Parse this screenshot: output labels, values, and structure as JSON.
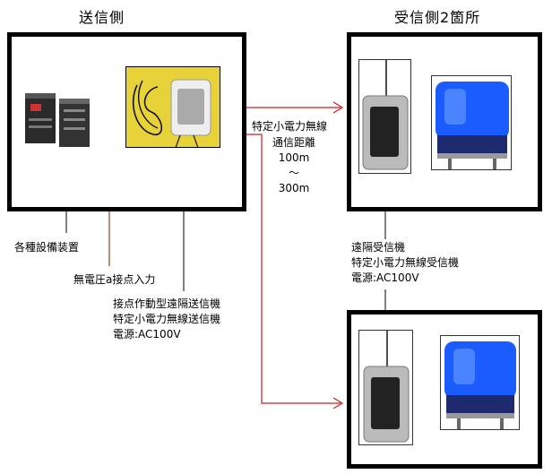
{
  "sender_title": "送信側",
  "receiver_title": "受信側2箇所",
  "radio_label": "特定小電力無線",
  "distance_label": "通信距離",
  "distance_min": "100m",
  "distance_sep": "～",
  "distance_max": "300m",
  "equipment_label": "各種設備装置",
  "contact_input_label": "無電圧a接点入力",
  "transmitter": {
    "line1": "接点作動型遠隔送信機",
    "line2": "特定小電力無線送信機",
    "line3": "電源:AC100V"
  },
  "receiver": {
    "line1": "遠隔受信機",
    "line2": "特定小電力無線受信機",
    "line3": "電源:AC100V"
  },
  "colors": {
    "signal_line": "#cc2222",
    "contact_line": "#8b4513",
    "frame": "#000000",
    "lamp_blue": "#1a5cff"
  }
}
